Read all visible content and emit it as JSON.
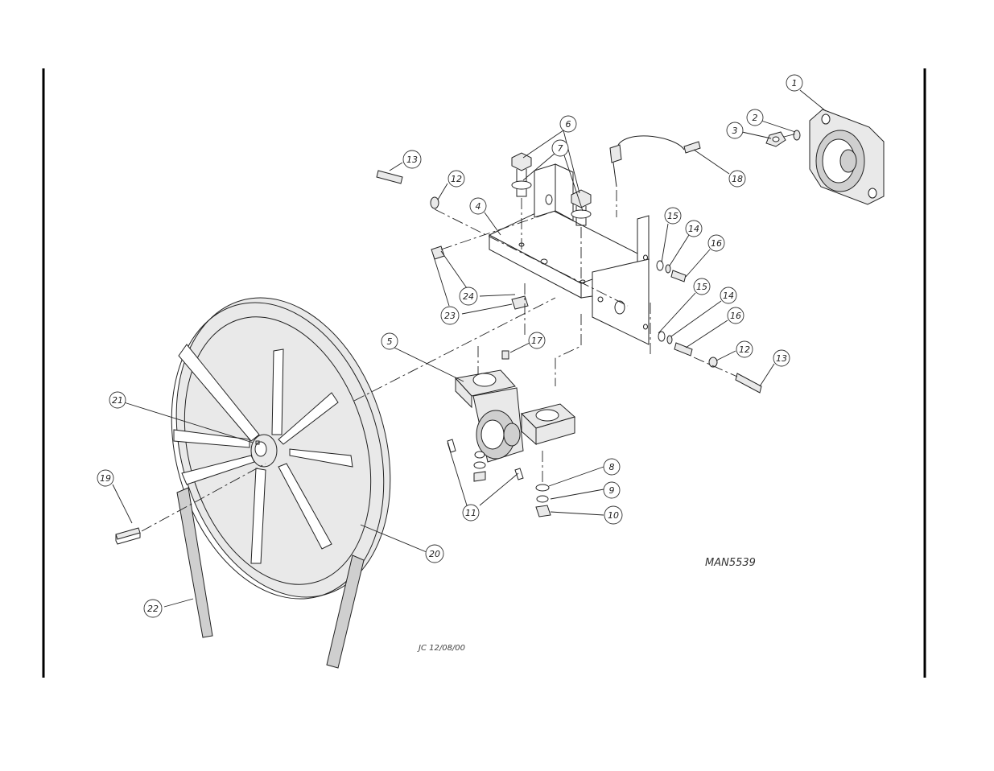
{
  "diagram": {
    "drawing_number": "MAN5539",
    "signature_date": "JC 12/08/00",
    "callouts": [
      {
        "id": "c1",
        "label": "1"
      },
      {
        "id": "c2",
        "label": "2"
      },
      {
        "id": "c3",
        "label": "3"
      },
      {
        "id": "c4",
        "label": "4"
      },
      {
        "id": "c5",
        "label": "5"
      },
      {
        "id": "c6",
        "label": "6"
      },
      {
        "id": "c7",
        "label": "7"
      },
      {
        "id": "c8",
        "label": "8"
      },
      {
        "id": "c9",
        "label": "9"
      },
      {
        "id": "c10",
        "label": "10"
      },
      {
        "id": "c11",
        "label": "11"
      },
      {
        "id": "c12a",
        "label": "12"
      },
      {
        "id": "c12b",
        "label": "12"
      },
      {
        "id": "c13a",
        "label": "13"
      },
      {
        "id": "c13b",
        "label": "13"
      },
      {
        "id": "c14a",
        "label": "14"
      },
      {
        "id": "c14b",
        "label": "14"
      },
      {
        "id": "c15a",
        "label": "15"
      },
      {
        "id": "c15b",
        "label": "15"
      },
      {
        "id": "c16a",
        "label": "16"
      },
      {
        "id": "c16b",
        "label": "16"
      },
      {
        "id": "c17",
        "label": "17"
      },
      {
        "id": "c18",
        "label": "18"
      },
      {
        "id": "c19",
        "label": "19"
      },
      {
        "id": "c20",
        "label": "20"
      },
      {
        "id": "c21",
        "label": "21"
      },
      {
        "id": "c22",
        "label": "22"
      },
      {
        "id": "c23",
        "label": "23"
      },
      {
        "id": "c24",
        "label": "24"
      }
    ]
  }
}
